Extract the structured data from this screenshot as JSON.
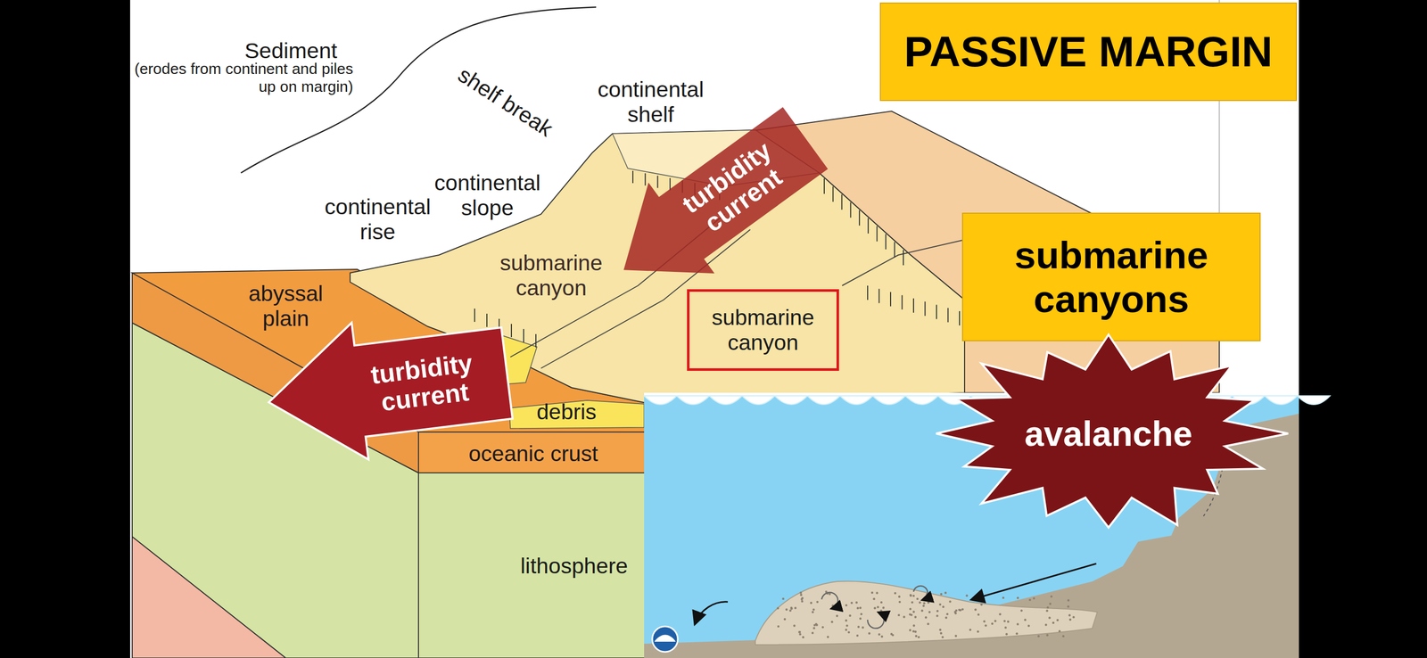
{
  "diagram": {
    "nodes": [
      {
        "text": [
          "PASSIVE MARGIN"
        ]
      },
      {
        "text": [
          "submarine canyons"
        ]
      },
      {
        "text": [
          "avalanche"
        ]
      },
      {
        "text": [
          "turbidity current"
        ]
      },
      {
        "text": [
          "submarine canyon"
        ]
      },
      {
        "text": [
          "turbidity current"
        ]
      }
    ],
    "labels": [
      "Sediment",
      "(erodes from continent and piles up on margin)",
      "shelf break",
      "continental shelf",
      "continental slope",
      "continental rise",
      "submarine canyon",
      "abyssal plain",
      "debris",
      "oceanic crust",
      "lithosphere"
    ]
  }
}
